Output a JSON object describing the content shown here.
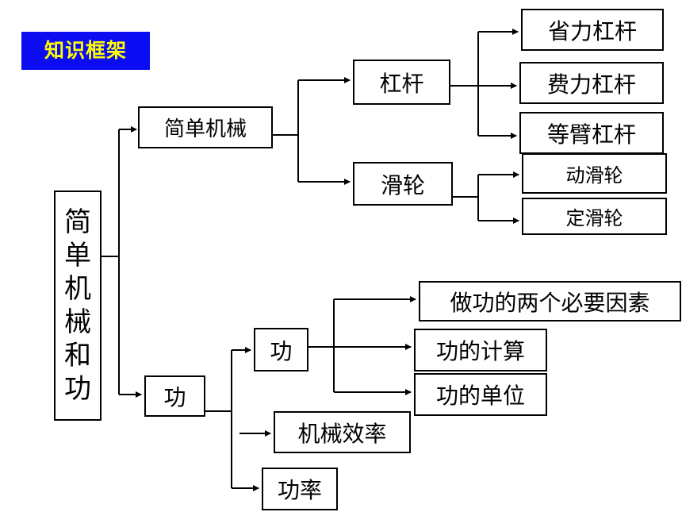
{
  "title": "知识框架",
  "root": {
    "chars": [
      "简",
      "单",
      "机",
      "械",
      "和",
      "功"
    ]
  },
  "nodes": {
    "simple_machine": "简单机械",
    "lever": "杠杆",
    "labor_saving_lever": "省力杠杆",
    "effort_lever": "费力杠杆",
    "equal_arm_lever": "等臂杠杆",
    "pulley": "滑轮",
    "movable_pulley": "动滑轮",
    "fixed_pulley": "定滑轮",
    "work_group": "功",
    "work": "功",
    "two_factors": "做功的两个必要因素",
    "work_calculation": "功的计算",
    "work_unit": "功的单位",
    "efficiency": "机械效率",
    "power": "功率"
  }
}
